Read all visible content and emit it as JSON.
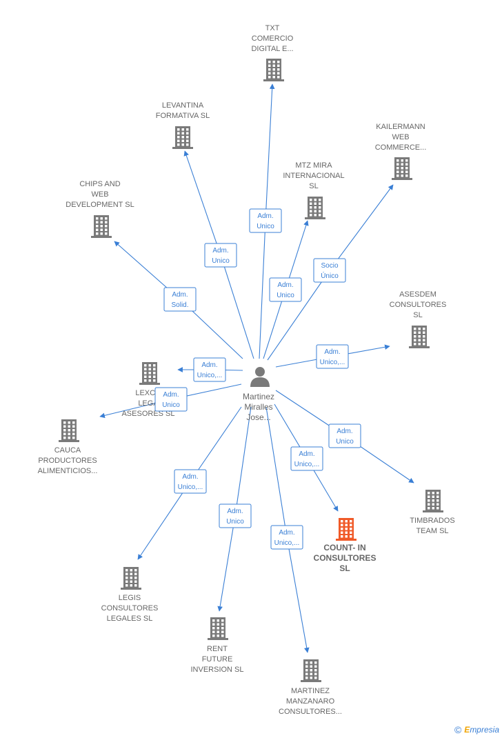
{
  "center": {
    "label_lines": [
      "Martinez",
      "Miralles",
      "Jose..."
    ],
    "icon": "person-icon"
  },
  "companies": [
    {
      "id": "txt",
      "label_lines": [
        "TXT",
        "COMERCIO",
        "DIGITAL E..."
      ],
      "highlight": false
    },
    {
      "id": "levantina",
      "label_lines": [
        "LEVANTINA",
        "FORMATIVA  SL"
      ],
      "highlight": false
    },
    {
      "id": "kailermann",
      "label_lines": [
        "KAILERMANN",
        "WEB",
        "COMMERCE..."
      ],
      "highlight": false
    },
    {
      "id": "mtz",
      "label_lines": [
        "MTZ MIRA",
        "INTERNACIONAL",
        "SL"
      ],
      "highlight": false
    },
    {
      "id": "chips",
      "label_lines": [
        "CHIPS AND",
        "WEB",
        "DEVELOPMENT SL"
      ],
      "highlight": false
    },
    {
      "id": "asesdem",
      "label_lines": [
        "ASESDEM",
        "CONSULTORES",
        "SL"
      ],
      "highlight": false
    },
    {
      "id": "lexco",
      "label_lines": [
        "LEXCO",
        "LEGA",
        "ASESORES  SL"
      ],
      "highlight": false
    },
    {
      "id": "cauca",
      "label_lines": [
        "CAUCA",
        "PRODUCTORES",
        "ALIMENTICIOS..."
      ],
      "highlight": false
    },
    {
      "id": "timbrados",
      "label_lines": [
        "TIMBRADOS",
        "TEAM  SL"
      ],
      "highlight": false
    },
    {
      "id": "countin",
      "label_lines": [
        "COUNT- IN",
        "CONSULTORES",
        "SL"
      ],
      "highlight": true
    },
    {
      "id": "legis",
      "label_lines": [
        "LEGIS",
        "CONSULTORES",
        "LEGALES  SL"
      ],
      "highlight": false
    },
    {
      "id": "rent",
      "label_lines": [
        "RENT",
        "FUTURE",
        "INVERSION  SL"
      ],
      "highlight": false
    },
    {
      "id": "manzanaro",
      "label_lines": [
        "MARTINEZ",
        "MANZANARO",
        "CONSULTORES..."
      ],
      "highlight": false
    }
  ],
  "edges": [
    {
      "to": "txt",
      "label_lines": [
        "Adm.",
        "Unico"
      ]
    },
    {
      "to": "levantina",
      "label_lines": [
        "Adm.",
        "Unico"
      ]
    },
    {
      "to": "kailermann",
      "label_lines": [
        "Socio",
        "Único"
      ]
    },
    {
      "to": "mtz",
      "label_lines": [
        "Adm.",
        "Unico"
      ]
    },
    {
      "to": "chips",
      "label_lines": [
        "Adm.",
        "Solid."
      ]
    },
    {
      "to": "asesdem",
      "label_lines": [
        "Adm.",
        "Unico,..."
      ]
    },
    {
      "to": "lexco",
      "label_lines": [
        "Adm.",
        "Unico,..."
      ]
    },
    {
      "to": "cauca",
      "label_lines": [
        "Adm.",
        "Unico"
      ]
    },
    {
      "to": "timbrados",
      "label_lines": [
        "Adm.",
        "Unico"
      ]
    },
    {
      "to": "countin",
      "label_lines": [
        "Adm.",
        "Unico,..."
      ]
    },
    {
      "to": "legis",
      "label_lines": [
        "Adm.",
        "Unico,..."
      ]
    },
    {
      "to": "rent",
      "label_lines": [
        "Adm.",
        "Unico"
      ]
    },
    {
      "to": "manzanaro",
      "label_lines": [
        "Adm.",
        "Unico,..."
      ]
    }
  ],
  "colors": {
    "edge": "#3a7fd5",
    "building": "#7a7a7a",
    "highlight": "#f05a28",
    "person": "#7a7a7a"
  },
  "footer": {
    "copyright": "©",
    "brand_first": "E",
    "brand_rest": "mpresia"
  }
}
